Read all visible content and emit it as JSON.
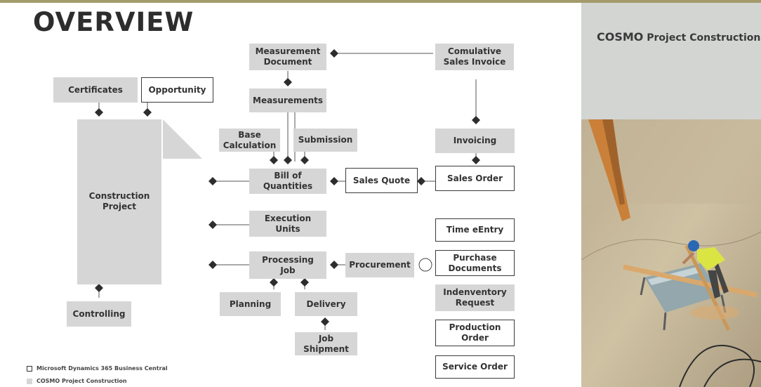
{
  "title": "OVERVIEW",
  "right_panel": {
    "brand": "COSMO",
    "subtitle": "Project Construction"
  },
  "boxes": {
    "measurement_document": "Measurement\nDocument",
    "comulative_sales_invoice": "Comulative\nSales Invoice",
    "certificates": "Certificates",
    "opportunity": "Opportunity",
    "measurements": "Measurements",
    "base_calculation": "Base\nCalculation",
    "submission": "Submission",
    "invoicing": "Invoicing",
    "bill_of_quantities": "Bill of\nQuantities",
    "sales_quote": "Sales Quote",
    "sales_order": "Sales Order",
    "construction_project": "Construction Project",
    "execution_units": "Execution\nUnits",
    "time_entry": "Time eEntry",
    "processing_job": "Processing\nJob",
    "procurement": "Procurement",
    "purchase_documents": "Purchase\nDocuments",
    "indenventory_request": "Indenventory\nRequest",
    "planning": "Planning",
    "delivery": "Delivery",
    "controlling": "Controlling",
    "production_order": "Production\nOrder",
    "job_shipment": "Job\nShipment",
    "service_order": "Service Order"
  },
  "legend": [
    {
      "label": "Microsoft Dynamics 365 Business Central",
      "style": "outline"
    },
    {
      "label": "COSMO Project Construction",
      "style": "filled"
    }
  ],
  "colors": {
    "accent_line": "#a39b6b",
    "grey_box": "#d6d6d6",
    "panel": "#d3d5d3"
  }
}
